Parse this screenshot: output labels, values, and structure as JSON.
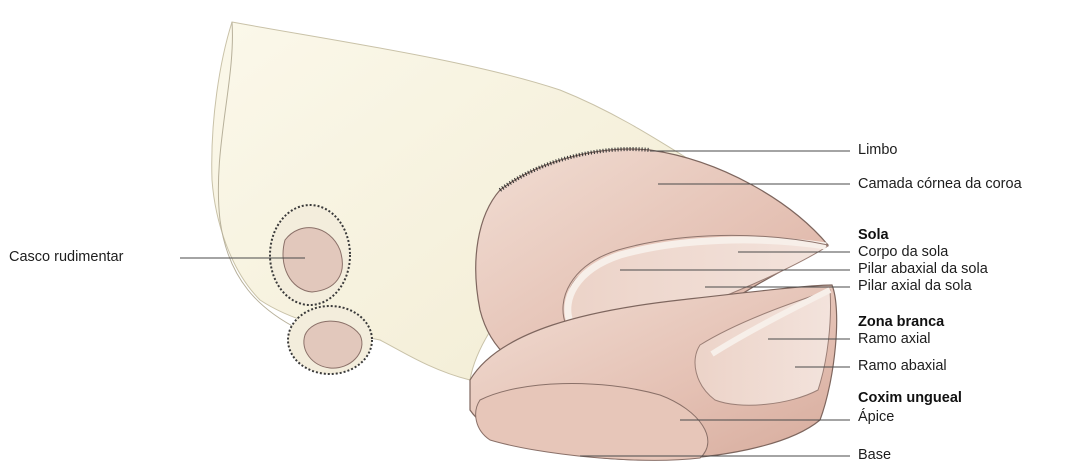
{
  "labels": {
    "limbo": "Limbo",
    "camada": "Camada córnea da coroa",
    "sola": "Sola",
    "corpo_sola": "Corpo da sola",
    "pilar_abaxial": "Pilar abaxial da sola",
    "pilar_axial": "Pilar axial da sola",
    "zona_branca": "Zona branca",
    "ramo_axial": "Ramo axial",
    "ramo_abaxial": "Ramo abaxial",
    "coxim": "Coxim ungueal",
    "apice": "Ápice",
    "base": "Base",
    "casco": "Casco rudimentar"
  },
  "colors": {
    "skin": "#f7f2e0",
    "hoof": "#e9cdc2",
    "hoof_dark": "#d9b0a3",
    "white_line": "#f5ece6",
    "line": "#4a4a4a"
  }
}
